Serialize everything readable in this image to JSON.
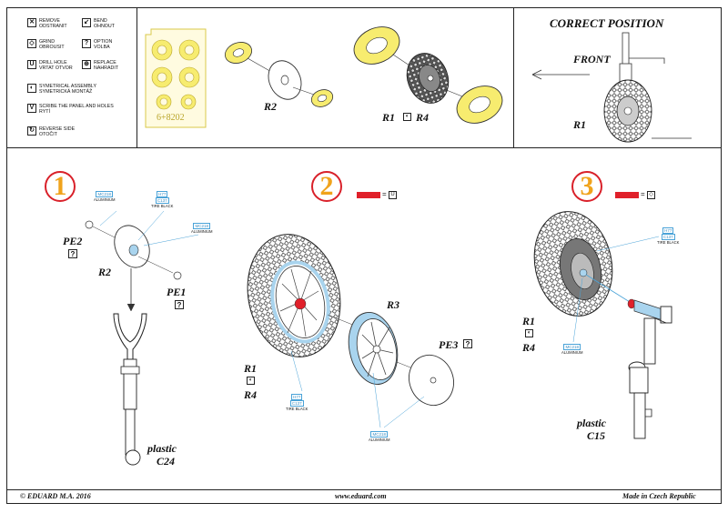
{
  "legend": [
    {
      "icon": "remove-icon",
      "glyph": "✕",
      "line1": "REMOVE",
      "line2": "ODSTRANIT"
    },
    {
      "icon": "bend-icon",
      "glyph": "↙",
      "line1": "BEND",
      "line2": "OHNOUT"
    },
    {
      "icon": "grind-icon",
      "glyph": "◇",
      "line1": "GRIND",
      "line2": "OBROUSIT"
    },
    {
      "icon": "option-icon",
      "glyph": "?",
      "line1": "OPTION",
      "line2": "VOLBA"
    },
    {
      "icon": "drill-icon",
      "glyph": "U",
      "line1": "DRILL HOLE",
      "line2": "VRTAT OTVOR"
    },
    {
      "icon": "replace-icon",
      "glyph": "⊕",
      "line1": "REPLACE",
      "line2": "NAHRADIT"
    },
    {
      "icon": "symmetric-icon",
      "glyph": "◐",
      "line1": "SYMETRICAL ASSEMBLY",
      "line2": "SYMETRICKÁ MONTÁŽ"
    },
    {
      "icon": "scribe-icon",
      "glyph": "V",
      "line1": "SCRIBE THE PANEL AND HOLES",
      "line2": "RYTÍ"
    },
    {
      "icon": "reverse-icon",
      "glyph": "↻",
      "line1": "REVERSE SIDE",
      "line2": "OTOČIT"
    }
  ],
  "mask_code": "6+8202",
  "top_labels": {
    "r2": "R2",
    "r1": "R1",
    "r4": "R4"
  },
  "correct": {
    "title": "CORRECT POSITION",
    "front": "FRONT",
    "part": "R1"
  },
  "steps": [
    {
      "num": "1",
      "pe2": "PE2",
      "r2": "R2",
      "pe1": "PE1",
      "plastic": "plastic",
      "part": "C24",
      "paint_a": {
        "code": "MC218",
        "name": "ALUMINIUM"
      },
      "paint_b": {
        "code": "H77",
        "code2": "C137",
        "name": "TIRE BLACK"
      },
      "paint_c": {
        "code": "MC218",
        "name": "ALUMINIUM"
      }
    },
    {
      "num": "2",
      "eq": "=",
      "r1": "R1",
      "r4": "R4",
      "r3": "R3",
      "pe3": "PE3",
      "paint_a": {
        "code": "H77",
        "code2": "C137",
        "name": "TIRE BLACK"
      },
      "paint_b": {
        "code": "MC218",
        "name": "ALUMINIUM"
      }
    },
    {
      "num": "3",
      "eq": "=",
      "r1": "R1",
      "r4": "R4",
      "plastic": "plastic",
      "part": "C15",
      "paint_a": {
        "code": "H77",
        "code2": "C137",
        "name": "TIRE BLACK"
      },
      "paint_b": {
        "code": "MC218",
        "name": "ALUMINIUM"
      }
    }
  ],
  "option_glyph": "?",
  "footer": {
    "left": "© EDUARD  M.A. 2016",
    "center": "www.eduard.com",
    "right": "Made in Czech Republic"
  },
  "colors": {
    "step_ring": "#d9212a",
    "step_num": "#f0a31c",
    "mask": "#f7ec6f",
    "paint_blue": "#4aa3d8",
    "tire_blue": "#a9d4ee",
    "red": "#e0202a"
  }
}
